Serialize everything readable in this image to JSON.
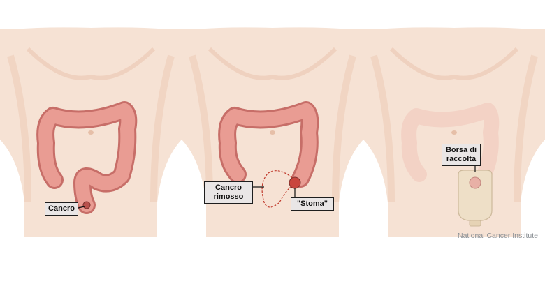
{
  "panels": [
    {
      "name": "panel-cancer",
      "labels": {
        "cancer": "Cancro"
      }
    },
    {
      "name": "panel-resection",
      "labels": {
        "removed": [
          "Cancro",
          "rimosso"
        ],
        "stoma": "\"Stoma\""
      }
    },
    {
      "name": "panel-colostomy-bag",
      "labels": {
        "bag": [
          "Borsa di",
          "raccolta"
        ]
      }
    }
  ],
  "credit": "National Cancer Institute",
  "colors": {
    "skin": "#f6e2d4",
    "skin_shadow": "#ebc7b1",
    "colon": "#e99c93",
    "colon_dark": "#c76e68",
    "label_bg": "#e9e6e6",
    "bag": "#eedfc7"
  }
}
